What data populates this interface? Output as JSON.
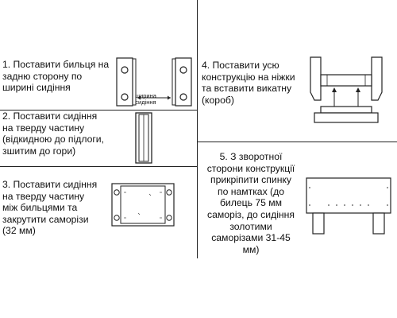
{
  "steps": [
    {
      "text": "1. Поставити бильця на\nзадню сторону по\nширині сидіння",
      "annotation": "ширина\nсидіння"
    },
    {
      "text": "2. Поставити сидіння\nна тверду частину\n(відкидною до підлоги,\nзшитим до гори)"
    },
    {
      "text": "3. Поставити сидіння\nна тверду частину\nміж бильцями та\nзакрутити саморізи\n(32 мм)"
    },
    {
      "text": "4. Поставити усю\nконструкцію на ніжки\nта вставити викатну\n(короб)"
    },
    {
      "text": "5. З зворотної\nсторони конструкції\nприкріпити спинку\nпо намтках (до\nбилець 75 мм\nсаморіз, до сидіння\nзолотими\nсаморізами 31-45\nмм)"
    }
  ]
}
